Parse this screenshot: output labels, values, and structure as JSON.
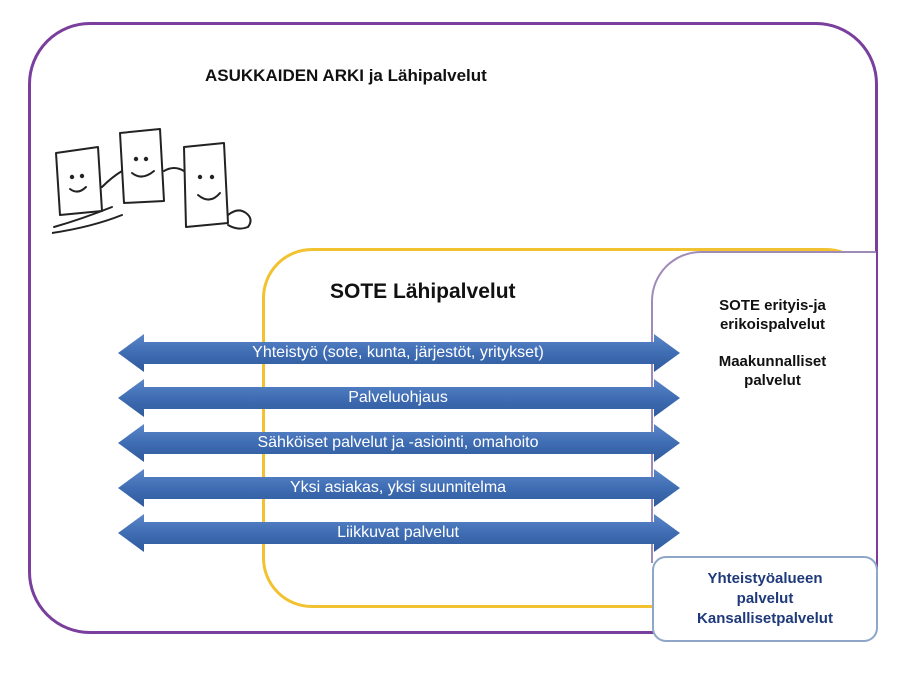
{
  "main_title": "ASUKKAIDEN  ARKI ja Lähipalvelut",
  "sote_title": "SOTE Lähipalvelut",
  "special_services": {
    "line1": "SOTE erityis-ja",
    "line2": "erikoispalvelut",
    "line3": "Maakunnalliset",
    "line4": "palvelut"
  },
  "national_services": {
    "line1": "Yhteistyöalueen",
    "line2": "palvelut",
    "line3": "Kansallisetpalvelut"
  },
  "arrows": [
    "Yhteistyö (sote, kunta, järjestöt, yritykset)",
    "Palveluohjaus",
    "Sähköiset palvelut ja -asiointi, omahoito",
    "Yksi asiakas, yksi suunnitelma",
    "Liikkuvat palvelut"
  ],
  "colors": {
    "outer_border": "#7a3e9d",
    "sote_border": "#f2c230",
    "arrow_fill": "#3f6db3",
    "national_text": "#1f3a7a"
  }
}
